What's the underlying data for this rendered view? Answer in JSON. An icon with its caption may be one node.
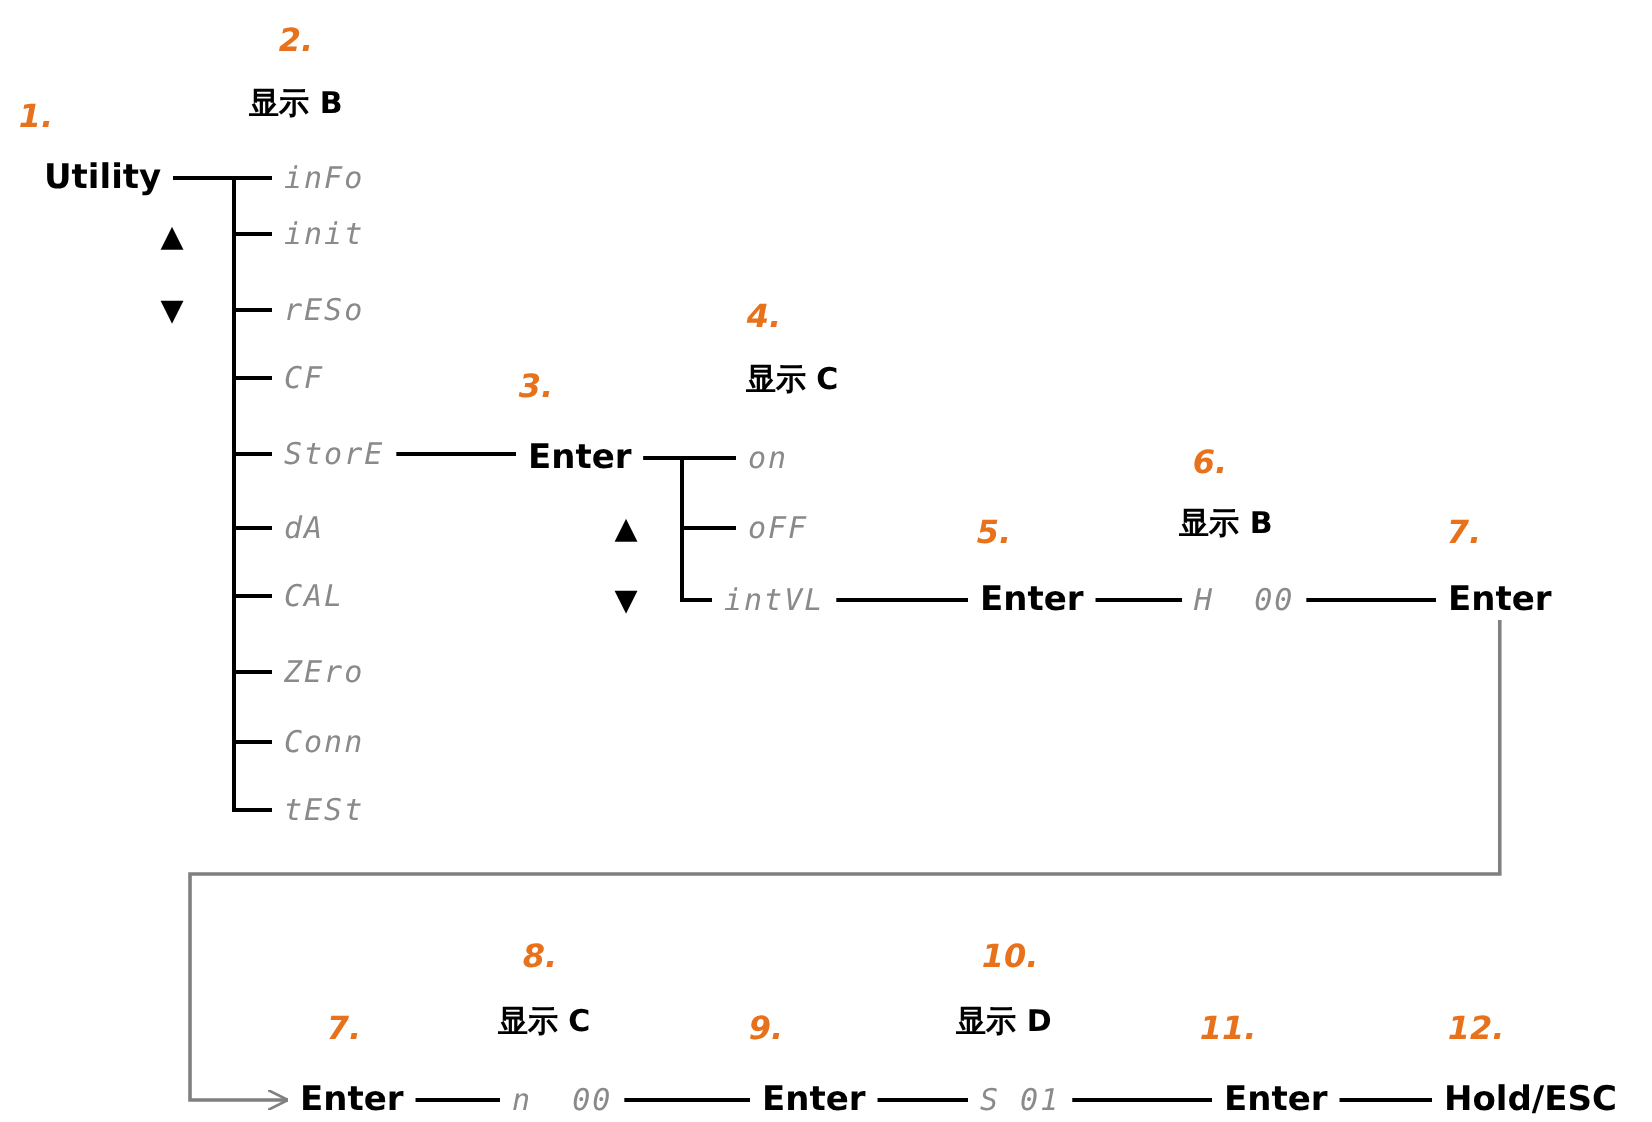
{
  "diagram": {
    "nodes": [
      {
        "text": [
          "Utility"
        ]
      },
      {
        "text": [
          "inFo"
        ]
      },
      {
        "text": [
          "init"
        ]
      },
      {
        "text": [
          "rESo"
        ]
      },
      {
        "text": [
          "CF"
        ]
      },
      {
        "text": [
          "StorE"
        ]
      },
      {
        "text": [
          "dA"
        ]
      },
      {
        "text": [
          "CAL"
        ]
      },
      {
        "text": [
          "ZEro"
        ]
      },
      {
        "text": [
          "Conn"
        ]
      },
      {
        "text": [
          "tESt"
        ]
      },
      {
        "text": [
          "Enter"
        ]
      },
      {
        "text": [
          "on"
        ]
      },
      {
        "text": [
          "oFF"
        ]
      },
      {
        "text": [
          "intVL"
        ]
      },
      {
        "text": [
          "Enter"
        ]
      },
      {
        "text": [
          "H  00"
        ]
      },
      {
        "text": [
          "Enter"
        ]
      },
      {
        "text": [
          "Enter"
        ]
      },
      {
        "text": [
          "n  00"
        ]
      },
      {
        "text": [
          "Enter"
        ]
      },
      {
        "text": [
          "S 01"
        ]
      },
      {
        "text": [
          "Enter"
        ]
      },
      {
        "text": [
          "Hold/ESC"
        ]
      }
    ],
    "edges": [
      {
        "from": 0,
        "to": 1,
        "arrow": "none"
      },
      {
        "from": 0,
        "to": 2,
        "arrow": "none"
      },
      {
        "from": 0,
        "to": 3,
        "arrow": "none"
      },
      {
        "from": 0,
        "to": 4,
        "arrow": "none"
      },
      {
        "from": 0,
        "to": 5,
        "arrow": "none"
      },
      {
        "from": 0,
        "to": 6,
        "arrow": "none"
      },
      {
        "from": 0,
        "to": 7,
        "arrow": "none"
      },
      {
        "from": 0,
        "to": 8,
        "arrow": "none"
      },
      {
        "from": 0,
        "to": 9,
        "arrow": "none"
      },
      {
        "from": 0,
        "to": 10,
        "arrow": "none"
      },
      {
        "from": 5,
        "to": 11,
        "arrow": "none"
      },
      {
        "from": 11,
        "to": 12,
        "arrow": "none"
      },
      {
        "from": 11,
        "to": 13,
        "arrow": "none"
      },
      {
        "from": 11,
        "to": 14,
        "arrow": "none"
      },
      {
        "from": 14,
        "to": 15,
        "arrow": "none"
      },
      {
        "from": 15,
        "to": 16,
        "arrow": "none"
      },
      {
        "from": 16,
        "to": 17,
        "arrow": "none"
      },
      {
        "from": 17,
        "to": 18,
        "arrow": "to",
        "color": "#808080"
      },
      {
        "from": 18,
        "to": 19,
        "arrow": "none"
      },
      {
        "from": 19,
        "to": 20,
        "arrow": "none"
      },
      {
        "from": 20,
        "to": 21,
        "arrow": "none"
      },
      {
        "from": 21,
        "to": 22,
        "arrow": "none"
      },
      {
        "from": 22,
        "to": 23,
        "arrow": "none"
      }
    ],
    "labels": [
      "1.",
      "2.",
      "显示 B",
      "▲",
      "▼",
      "3.",
      "4.",
      "显示 C",
      "▲",
      "▼",
      "5.",
      "6.",
      "显示 B",
      "7.",
      "7.",
      "8.",
      "显示 C",
      "9.",
      "10.",
      "显示 D",
      "11.",
      "12."
    ]
  }
}
